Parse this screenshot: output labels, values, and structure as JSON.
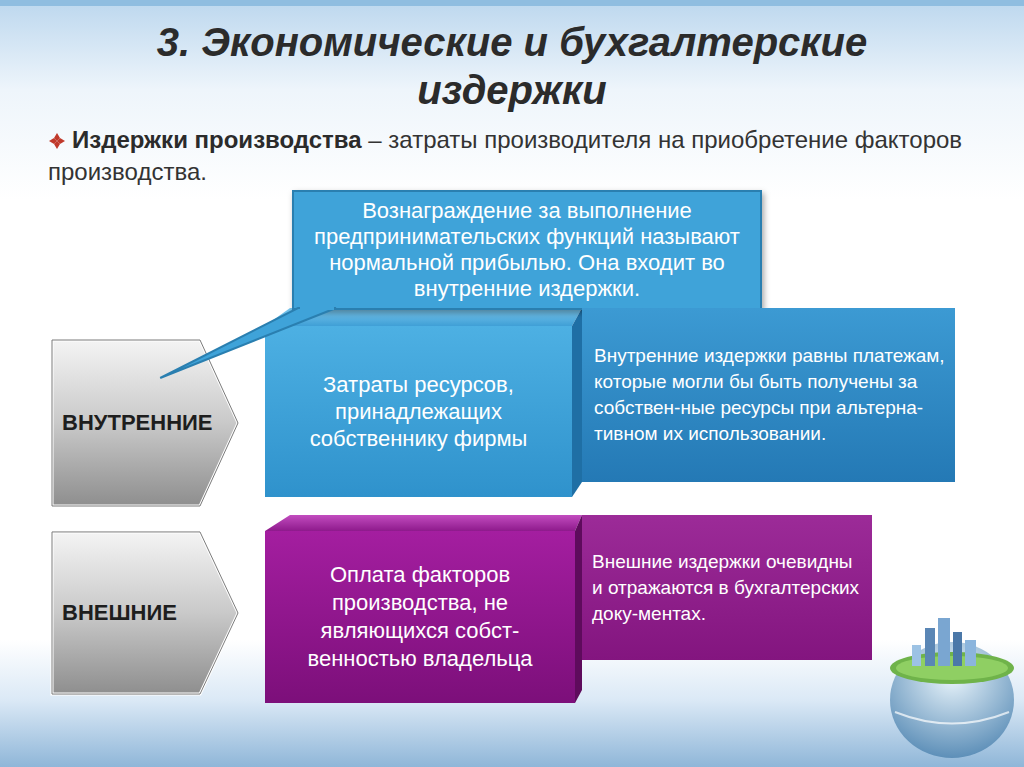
{
  "diagram": {
    "title": "3. Экономические и бухгалтерские издержки",
    "nodes": [
      {
        "text": [
          "Вознаграждение за выполнение предпринимательских функций называют нормальной прибылью. Она входит во внутренние издержки."
        ]
      },
      {
        "text": [
          "ВНУТРЕННИЕ"
        ]
      },
      {
        "text": [
          "Затраты ресурсов, принадлежащих собственнику фирмы"
        ]
      },
      {
        "text": [
          "Внутренние издержки равны платежам, которые могли бы быть получены за собствен-ные ресурсы при альтерна-тивном их использовании."
        ]
      },
      {
        "text": [
          "ВНЕШНИЕ"
        ]
      },
      {
        "text": [
          "Оплата факторов производства, не являющихся собст-венностью владельца"
        ]
      },
      {
        "text": [
          "Внешние издержки очевидны и отражаются в бухгалтерских доку-ментах."
        ]
      }
    ],
    "edges": [
      {
        "from": 0,
        "to": 1,
        "arrow": "none"
      }
    ],
    "labels": [
      "Издержки производства",
      "– затраты производителя на приобретение факторов производства."
    ]
  }
}
